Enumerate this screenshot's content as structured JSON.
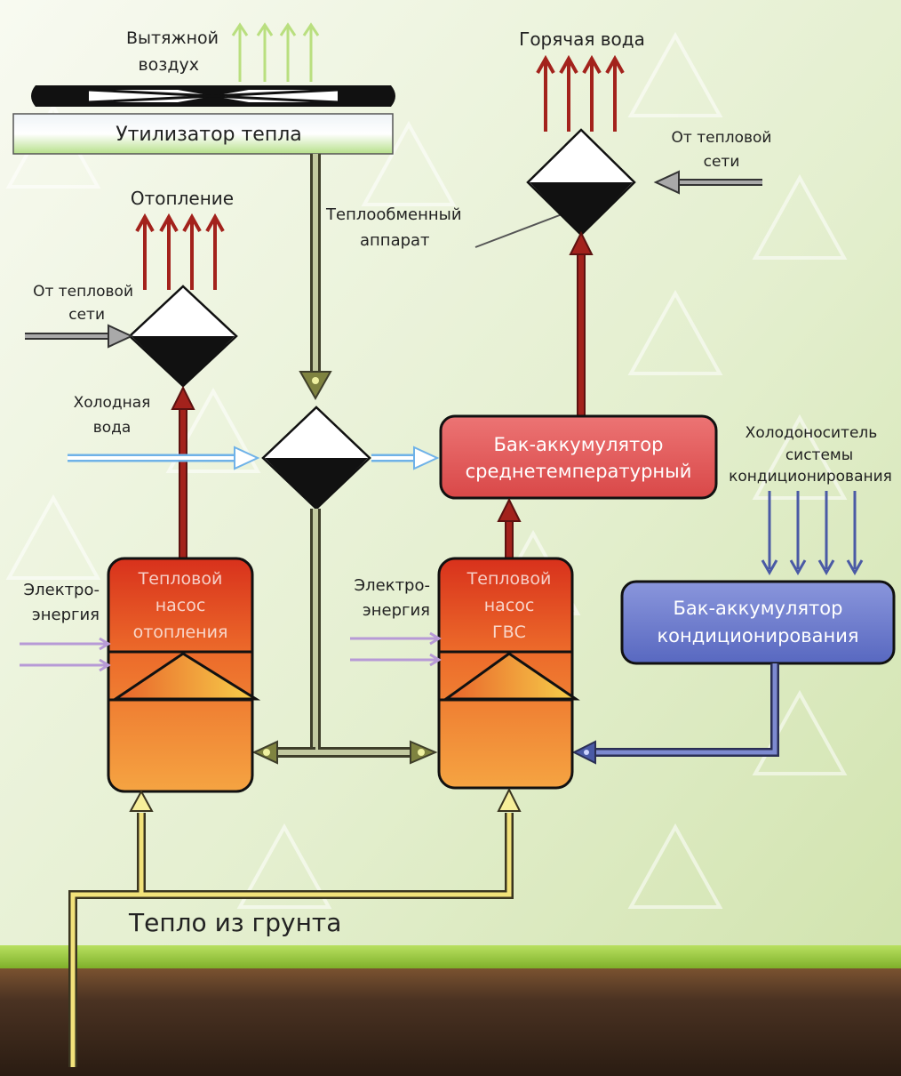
{
  "labels": {
    "exhaust_air_line1": "Вытяжной",
    "exhaust_air_line2": "воздух",
    "heat_recovery": "Утилизатор тепла",
    "hot_water": "Горячая вода",
    "from_network_right_line1": "От тепловой",
    "from_network_right_line2": "сети",
    "heating": "Отопление",
    "heat_exchanger_line1": "Теплообменный",
    "heat_exchanger_line2": "аппарат",
    "from_network_left_line1": "От тепловой",
    "from_network_left_line2": "сети",
    "cold_water_line1": "Холодная",
    "cold_water_line2": "вода",
    "tank_medium_line1": "Бак-аккумулятор",
    "tank_medium_line2": "среднетемпературный",
    "coolant_line1": "Холодоноситель",
    "coolant_line2": "системы",
    "coolant_line3": "кондиционирования",
    "hp_heating_line1": "Тепловой",
    "hp_heating_line2": "насос",
    "hp_heating_line3": "отопления",
    "electricity_left_line1": "Электро-",
    "electricity_left_line2": "энергия",
    "hp_dhw_line1": "Тепловой",
    "hp_dhw_line2": "насос",
    "hp_dhw_line3": "ГВС",
    "electricity_right_line1": "Электро-",
    "electricity_right_line2": "энергия",
    "tank_cond_line1": "Бак-аккумулятор",
    "tank_cond_line2": "кондиционирования",
    "ground_heat": "Тепло из грунта"
  },
  "colors": {
    "hot_arrow": "#a3221c",
    "exhaust_arrow": "#b9df7f",
    "cold_water": "#6fb2e8",
    "electricity": "#b79ad6",
    "coolant": "#4a5aa5",
    "ground_pipe": "#f2e27a",
    "olive_pipe": "#c2c9a0",
    "tank_medium": "#e05c5c",
    "tank_cond": "#6a78c8",
    "pump_top": "#e24a22",
    "pump_bottom": "#f39a3c",
    "soil": "#4a3222",
    "grass": "#9ccf3a"
  }
}
